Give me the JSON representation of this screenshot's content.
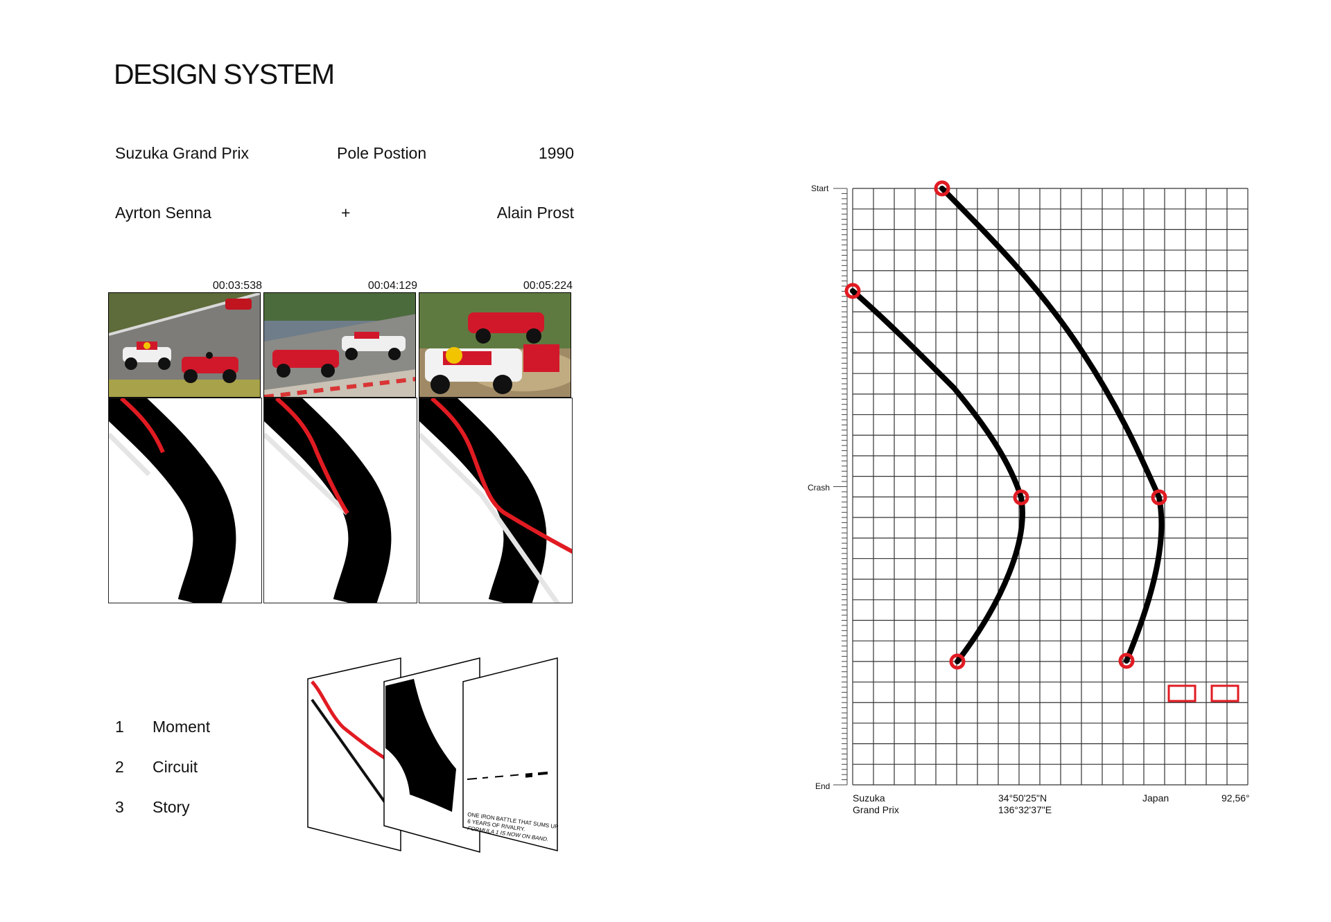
{
  "title": "DESIGN SYSTEM",
  "info": {
    "race": "Suzuka Grand Prix",
    "position": "Pole Postion",
    "year": "1990",
    "driver_a": "Ayrton Senna",
    "plus": "+",
    "driver_b": "Alain Prost"
  },
  "frames": [
    {
      "timestamp": "00:03:538"
    },
    {
      "timestamp": "00:04:129"
    },
    {
      "timestamp": "00:05:224"
    }
  ],
  "layers": [
    {
      "num": "1",
      "label": "Moment"
    },
    {
      "num": "2",
      "label": "Circuit"
    },
    {
      "num": "3",
      "label": "Story"
    }
  ],
  "poster": {
    "headline_1": "ONE IRON BATTLE THAT SUMS UP",
    "headline_2": "6 YEARS OF RIVALRY.",
    "headline_3": "FORMULA 1 IS NOW ON BAND."
  },
  "timeline": {
    "start_label": "Start",
    "crash_label": "Crash",
    "end_label": "End",
    "footer": {
      "race_line1": "Suzuka",
      "race_line2": "Grand Prix",
      "lat": "34°50'25\"N",
      "lon": "136°32'37\"E",
      "country": "Japan",
      "angle": "92,56°"
    }
  },
  "colors": {
    "accent_red": "#e11b22",
    "track_black": "#000000",
    "grid_line": "#333333"
  }
}
